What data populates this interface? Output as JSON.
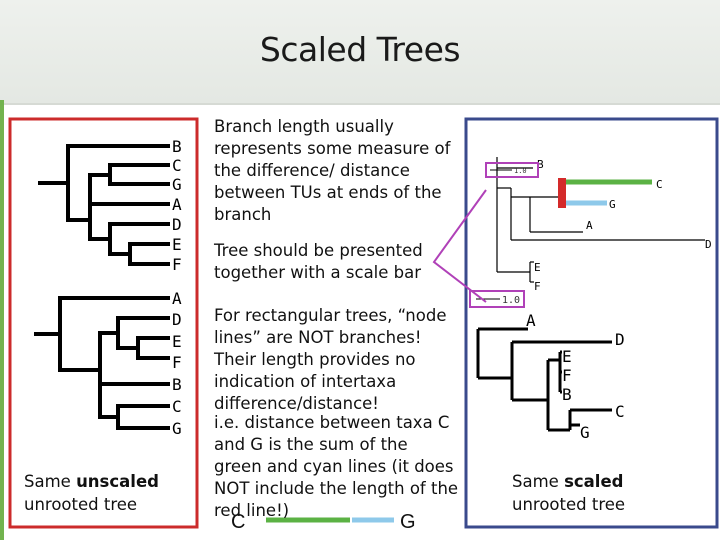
{
  "title": "Scaled Trees",
  "text": {
    "p1": "Branch length usually represents some measure of the difference/ distance between TUs at ends of the branch",
    "p2": "Tree should be presented together with a scale bar",
    "p3": "For rectangular trees, “node lines” are NOT branches! Their length provides no indication of intertaxa difference/distance!",
    "p4": "i.e. distance between taxa C and G is the sum of the green and cyan lines (it does NOT include the length of the red line!)"
  },
  "legend": {
    "c": "C",
    "g": "G"
  },
  "left_panel": {
    "caption_pre": "Same ",
    "caption_bold": "unscaled",
    "caption_post": "unrooted tree",
    "tree1_labels": [
      "B",
      "C",
      "G",
      "A",
      "D",
      "E",
      "F"
    ],
    "tree2_labels": [
      "A",
      "D",
      "E",
      "F",
      "B",
      "C",
      "G"
    ]
  },
  "right_panel": {
    "caption_pre": "Same ",
    "caption_bold": "scaled",
    "caption_post": "unrooted tree",
    "tree1_labels": {
      "b": "B",
      "c": "C",
      "g": "G",
      "a": "A",
      "d": "D",
      "e": "E",
      "f": "F"
    },
    "tree2_labels": {
      "a": "A",
      "d": "D",
      "e": "E",
      "f": "F",
      "b": "B",
      "c": "C",
      "g": "G"
    },
    "scale1": "1.0",
    "scale2": "1.0"
  },
  "colors": {
    "header": "#72b34e",
    "left_border": "#cc2b2b",
    "right_border": "#3a4a8c",
    "green": "#5bb244",
    "cyan": "#8ec9ea",
    "red": "#d42a2a",
    "magenta": "#b041b8"
  }
}
